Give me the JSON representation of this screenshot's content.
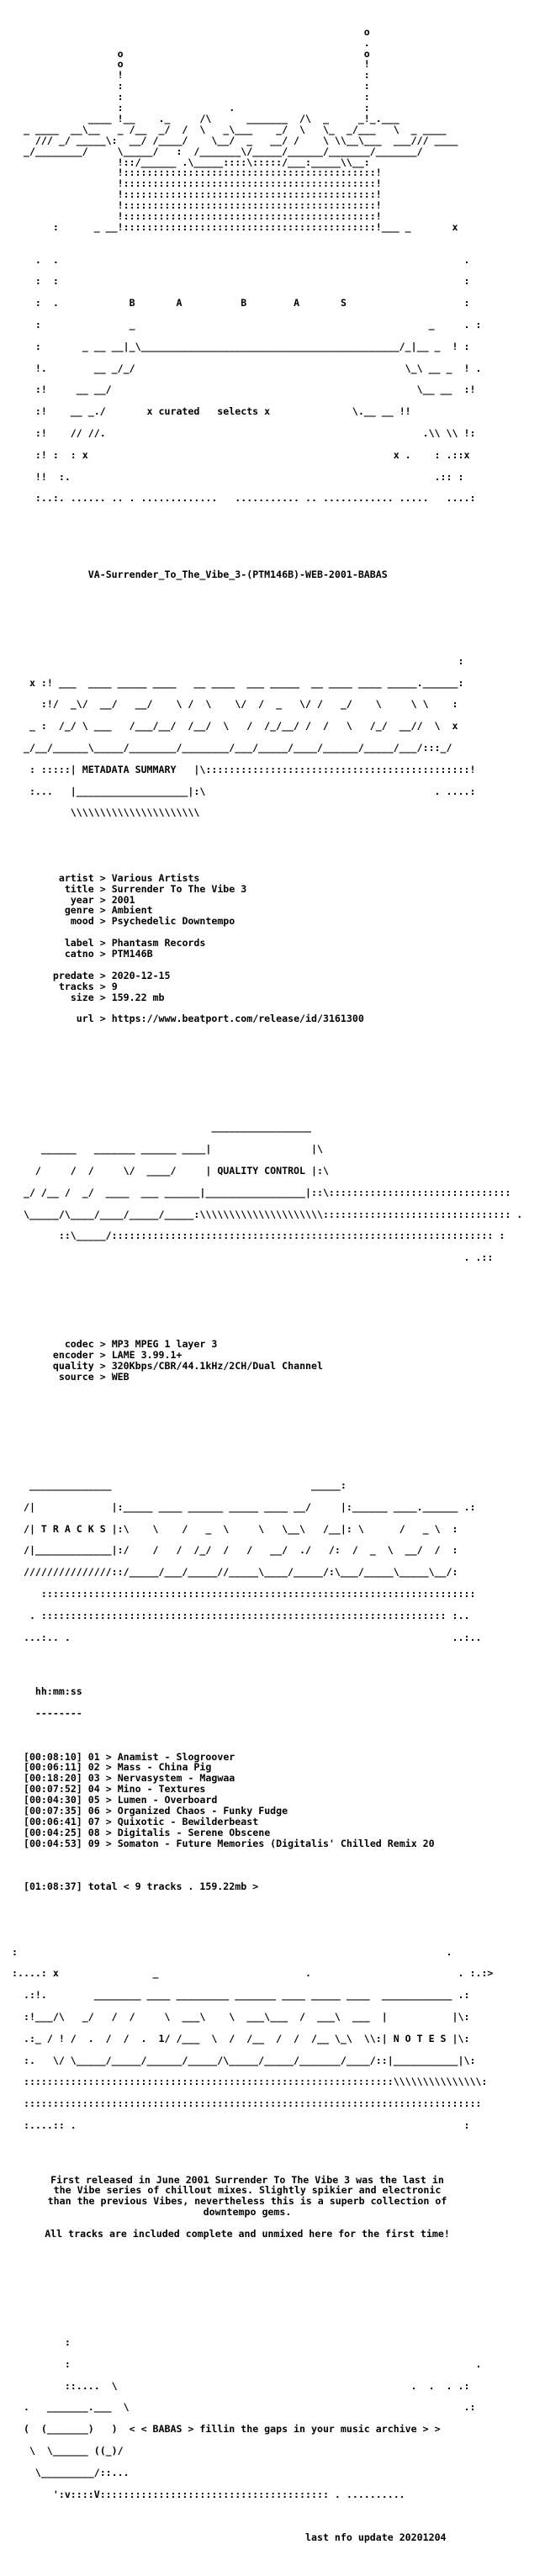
{
  "release_name": "VA-Surrender_To_The_Vibe_3-(PTM146B)-WEB-2001-BABAS",
  "header_art": [
    "                                                            o",
    "                                                            .",
    "                  o                                         o",
    "                  o                                         !",
    "                  !                                         :",
    "                  :                                         :",
    "                  :                                         :",
    "                  :                  .                      :",
    "             ____ !__    ._     /\\      _______  /\\  _     _!_.___",
    "  _ ____  __\\__   _ /__  _/  /  \\   _\\___    _/  \\   \\_  _/___   \\  _ ____",
    "    /// _/ _____\\:  __/ /____/    \\__/  _   __/ /    \\ \\\\__\\___  ___/// ____",
    "  _/________/     \\_____/   :  /_______\\/_____/______/_______/_______/",
    "                  !::/______ .\\_____::::\\:::::/___:_____\\\\__:",
    "                  !:::::::::::::::::::::::::::::::::::::::::::!",
    "                  !:::::::::::::::::::::::::::::::::::::::::::!",
    "                  !:::::::::::::::::::::::::::::::::::::::::::!",
    "                  !:::::::::::::::::::::::::::::::::::::::::::!",
    "                  !:::::::::::::::::::::::::::::::::::::::::::!",
    "       :      _ __!:::::::::::::::::::::::::::::::::::::::::::!___ _       x"
  ],
  "group_letters": [
    "B",
    "A",
    "B",
    "A",
    "S"
  ],
  "tagline": "x curated   selects x",
  "metadata_title": "METADATA SUMMARY",
  "metadata": [
    {
      "key": "artist",
      "value": "Various Artists"
    },
    {
      "key": "title",
      "value": "Surrender To The Vibe 3"
    },
    {
      "key": "year",
      "value": "2001"
    },
    {
      "key": "genre",
      "value": "Ambient"
    },
    {
      "key": "mood",
      "value": "Psychedelic Downtempo"
    },
    {
      "key": "label",
      "value": "Phantasm Records"
    },
    {
      "key": "catno",
      "value": "PTM146B"
    },
    {
      "key": "predate",
      "value": "2020-12-15"
    },
    {
      "key": "tracks",
      "value": "9"
    },
    {
      "key": "size",
      "value": "159.22 mb"
    },
    {
      "key": "url",
      "value": "https://www.beatport.com/release/id/3161300"
    }
  ],
  "quality_title": "QUALITY CONTROL",
  "quality": [
    {
      "key": "codec",
      "value": "MP3 MPEG 1 layer 3"
    },
    {
      "key": "encoder",
      "value": "LAME 3.99.1+"
    },
    {
      "key": "quality",
      "value": "320Kbps/CBR/44.1kHz/2CH/Dual Channel"
    },
    {
      "key": "source",
      "value": "WEB"
    }
  ],
  "tracks_title": "T R A C K S",
  "time_header": "hh:mm:ss",
  "time_underline": "--------",
  "tracklist": [
    {
      "time": "00:08:10",
      "no": "01",
      "title": "Anamist - Slogroover"
    },
    {
      "time": "00:06:11",
      "no": "02",
      "title": "Mass - China Pig"
    },
    {
      "time": "00:18:20",
      "no": "03",
      "title": "Nervasystem - Magwaa"
    },
    {
      "time": "00:07:52",
      "no": "04",
      "title": "Mino - Textures"
    },
    {
      "time": "00:04:30",
      "no": "05",
      "title": "Lumen - Overboard"
    },
    {
      "time": "00:07:35",
      "no": "06",
      "title": "Organized Chaos - Funky Fudge"
    },
    {
      "time": "00:06:41",
      "no": "07",
      "title": "Quixotic - Bewilderbeast"
    },
    {
      "time": "00:04:25",
      "no": "08",
      "title": "Digitalis - Serene Obscene"
    },
    {
      "time": "00:04:53",
      "no": "09",
      "title": "Somaton - Future Memories (Digitalis' Chilled Remix 20"
    }
  ],
  "total_line": "[01:08:37] total < 9 tracks . 159.22mb >",
  "notes_title": "N O T E S",
  "notes": [
    "First released in June 2001 Surrender To The Vibe 3 was the last in",
    "the Vibe series of chillout mixes. Slightly spikier and electronic",
    "than the previous Vibes, nevertheless this is a superb collection of",
    "downtempo gems.",
    "",
    "All tracks are included complete and unmixed here for the first time!"
  ],
  "footer_slogan": "< < BABAS > fillin the gaps in your music archive > >",
  "last_update": "last nfo update 20201204"
}
